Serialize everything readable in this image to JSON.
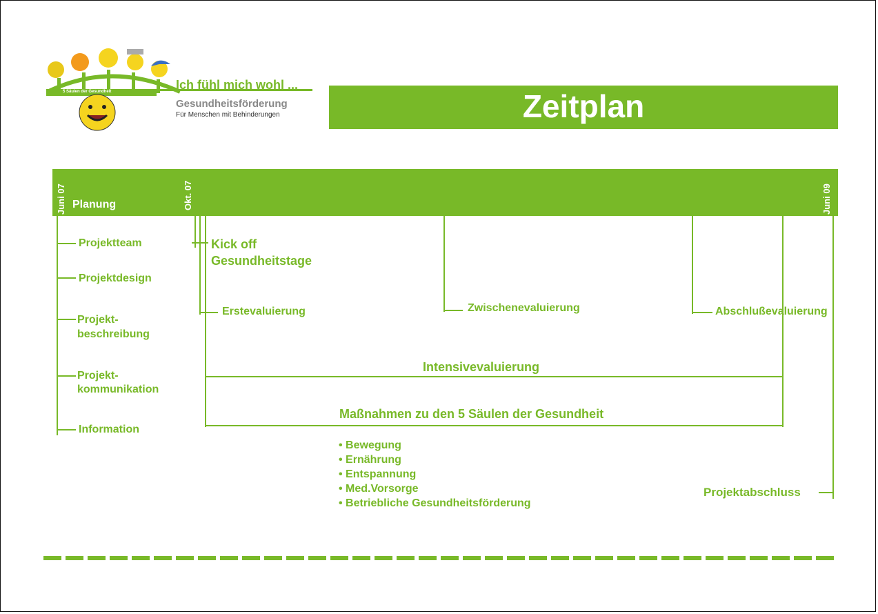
{
  "header": {
    "logo_slogan": "Ich fühl mich wohl ...",
    "logo_title": "Gesundheitsförderung",
    "logo_subtitle": "Für Menschen mit Behinderungen",
    "logo_arch_text": "5 Säulen der Gesundheit",
    "title": "Zeitplan"
  },
  "timeline": {
    "start_date": "Juni 07",
    "phase_label": "Planung",
    "mid_date": "Okt. 07",
    "end_date": "Juni 09"
  },
  "planning_items": [
    "Projektteam",
    "Projektdesign",
    "Projekt-",
    "beschreibung",
    "Projekt-",
    "kommunikation",
    "Information"
  ],
  "milestones": {
    "kickoff_line1": "Kick off",
    "kickoff_line2": "Gesundheitstage",
    "first_eval": "Erstevaluierung",
    "mid_eval": "Zwischenevaluierung",
    "final_eval": "Abschlußevaluierung",
    "intensive_eval": "Intensivevaluierung",
    "measures": "Maßnahmen zu den 5 Säulen der Gesundheit",
    "closure": "Projektabschluss"
  },
  "measures_list": [
    "• Bewegung",
    "• Ernährung",
    "• Entspannung",
    "• Med.Vorsorge",
    "• Betriebliche Gesundheitsförderung"
  ],
  "colors": {
    "accent": "#78b928",
    "text_on_accent": "#ffffff",
    "border": "#111111",
    "smiley": "#f5d41f"
  }
}
